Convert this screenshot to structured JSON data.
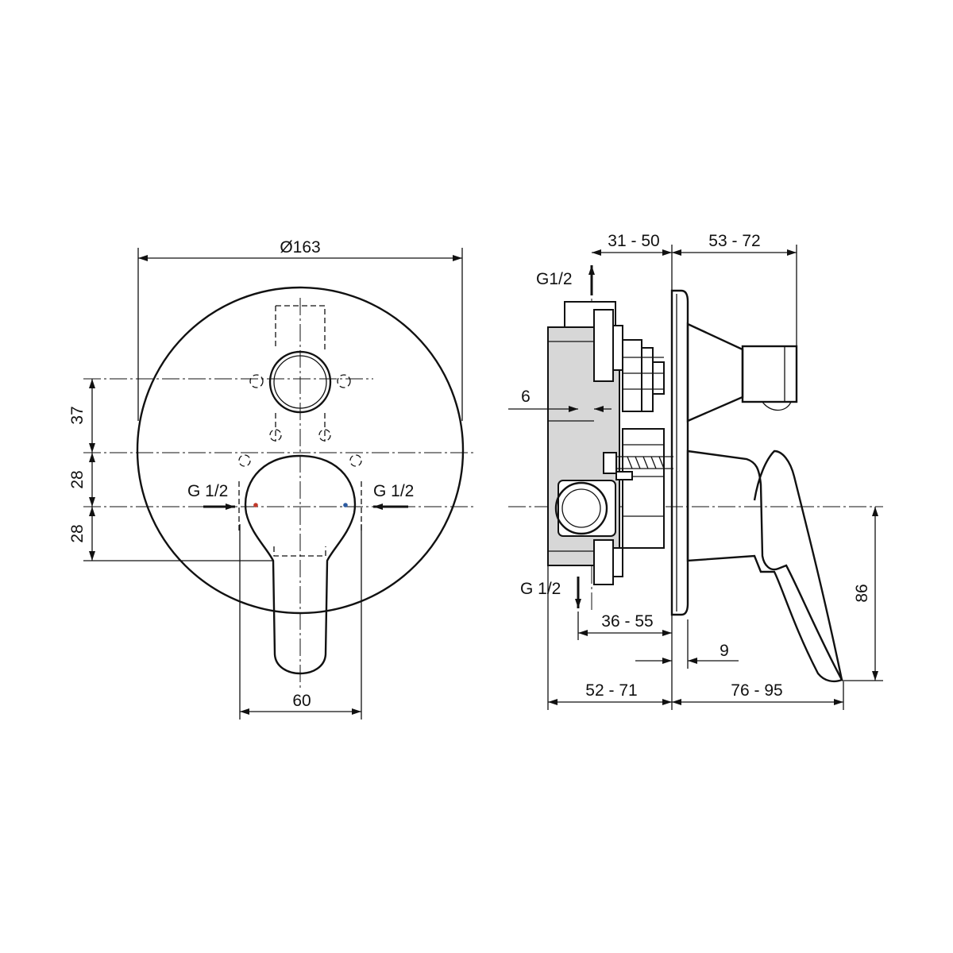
{
  "front_view": {
    "diameter": "Ø163",
    "dim_37": "37",
    "dim_28_upper": "28",
    "dim_28_lower": "28",
    "dim_60": "60",
    "inlet_left": "G 1/2",
    "inlet_right": "G 1/2",
    "hot_marker_color": "#c0392b",
    "cold_marker_color": "#2c5aa0"
  },
  "side_view": {
    "outlet_top": "G1/2",
    "outlet_bottom": "G 1/2",
    "dim_31_50": "31 - 50",
    "dim_53_72": "53 - 72",
    "dim_6": "6",
    "dim_36_55": "36 - 55",
    "dim_9": "9",
    "dim_52_71": "52 - 71",
    "dim_76_95": "76 - 95",
    "dim_86": "86"
  }
}
